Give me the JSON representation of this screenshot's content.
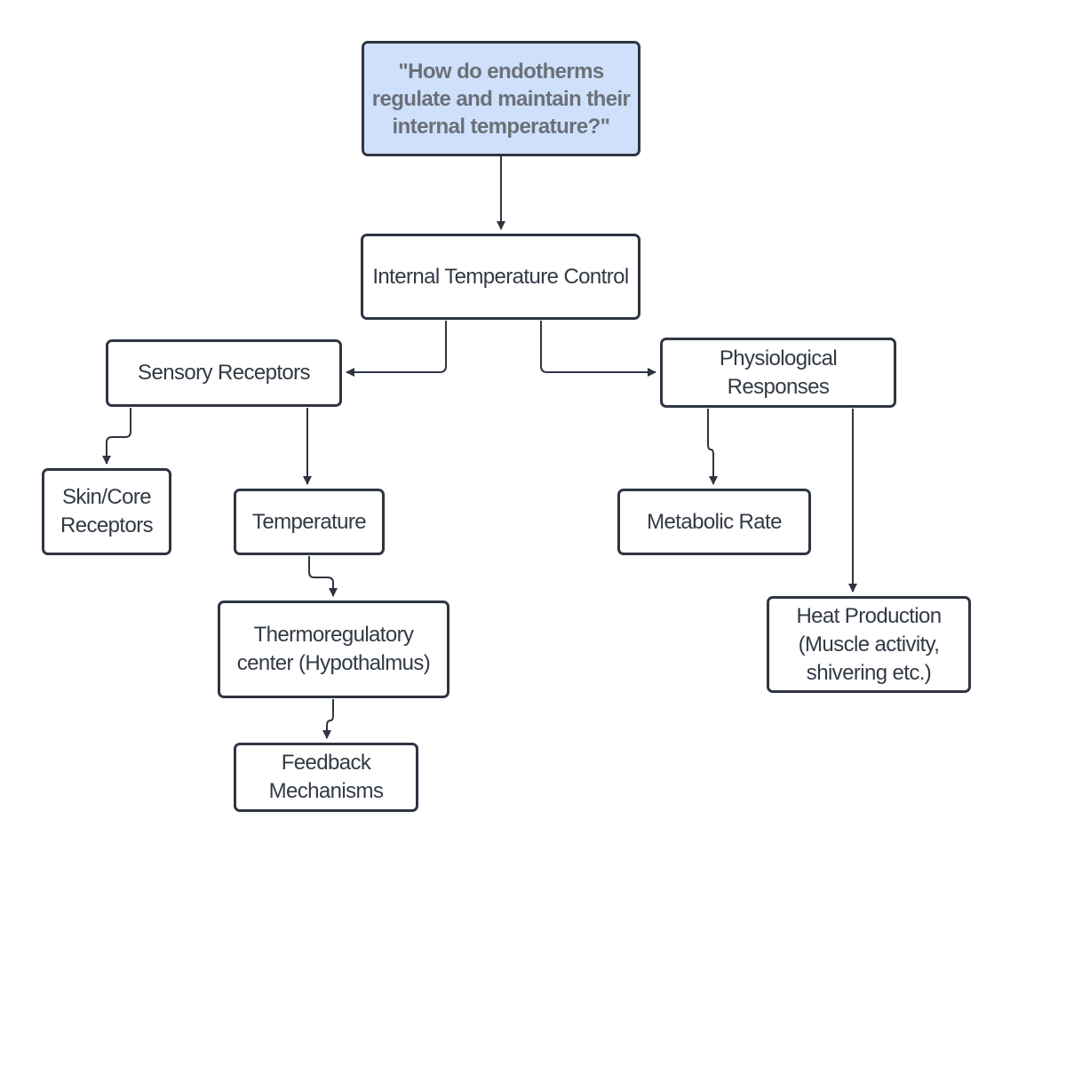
{
  "diagram": {
    "nodes": {
      "question": "\"How do endotherms regulate and maintain their internal temperature?\"",
      "internal_temperature_control": "Internal Temperature Control",
      "sensory_receptors": "Sensory Receptors",
      "physiological_responses": "Physiological Responses",
      "skin_core_receptors": "Skin/Core Receptors",
      "temperature": "Temperature",
      "metabolic_rate": "Metabolic Rate",
      "thermoregulatory_center": "Thermoregulatory center (Hypothalmus)",
      "heat_production": "Heat Production (Muscle activity, shivering etc.)",
      "feedback_mechanisms": "Feedback Mechanisms"
    },
    "edges": [
      {
        "from": "question",
        "to": "internal_temperature_control"
      },
      {
        "from": "internal_temperature_control",
        "to": "sensory_receptors"
      },
      {
        "from": "internal_temperature_control",
        "to": "physiological_responses"
      },
      {
        "from": "sensory_receptors",
        "to": "skin_core_receptors"
      },
      {
        "from": "sensory_receptors",
        "to": "temperature"
      },
      {
        "from": "temperature",
        "to": "thermoregulatory_center"
      },
      {
        "from": "thermoregulatory_center",
        "to": "feedback_mechanisms"
      },
      {
        "from": "physiological_responses",
        "to": "metabolic_rate"
      },
      {
        "from": "physiological_responses",
        "to": "heat_production"
      }
    ],
    "colors": {
      "line": "#2f3542",
      "node_border": "#2f3542",
      "node_text": "#333a45",
      "question_fill": "#cfe0fb",
      "question_text": "#6b7078"
    }
  }
}
